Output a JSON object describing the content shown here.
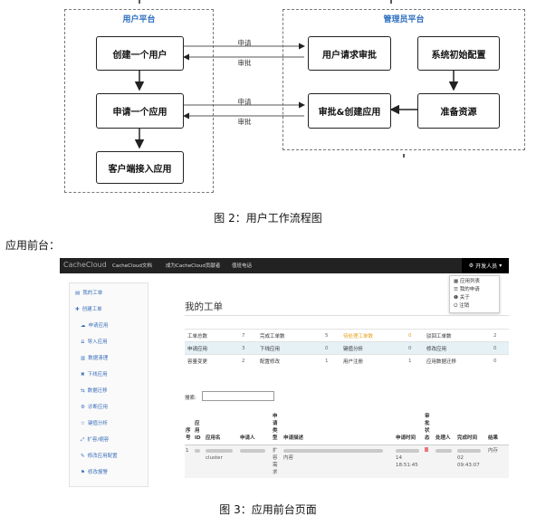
{
  "diagram": {
    "user_zone_title": "用户平台",
    "admin_zone_title": "管理员平台",
    "nodes": {
      "create_user": "创建一个用户",
      "apply_app": "申请一个应用",
      "client_access": "客户端接入应用",
      "user_request_approve": "用户请求审批",
      "system_init": "系统初始配置",
      "approve_create_app": "审批&创建应用",
      "prepare_resources": "准备资源"
    },
    "edge_labels": {
      "request_top": "申请",
      "approve_top": "审批",
      "request_bottom": "申请",
      "approve_bottom": "审批"
    }
  },
  "captions": {
    "figure2": "图 2：用户工作流程图",
    "section": "应用前台：",
    "figure3": "图 3：应用前台页面"
  },
  "app": {
    "brand": "CacheCloud",
    "nav": [
      "CacheCloud文档",
      "成为CacheCloud贡献者",
      "值班电话"
    ],
    "dev_menu": "开发人员",
    "dropdown": [
      "应用列表",
      "我的申请",
      "关于",
      "注销"
    ],
    "sidebar": [
      {
        "icon": "list-icon",
        "label": "我的工单"
      },
      {
        "icon": "plus-icon",
        "label": "创建工单"
      },
      {
        "icon": "cloud-icon",
        "label": "申请应用"
      },
      {
        "icon": "import-icon",
        "label": "导入应用"
      },
      {
        "icon": "clean-icon",
        "label": "数据清理"
      },
      {
        "icon": "offline-icon",
        "label": "下线应用"
      },
      {
        "icon": "migrate-icon",
        "label": "数据迁移"
      },
      {
        "icon": "diagnose-icon",
        "label": "诊断应用"
      },
      {
        "icon": "key-icon",
        "label": "键值分析"
      },
      {
        "icon": "scale-icon",
        "label": "扩容/缩容"
      },
      {
        "icon": "config-icon",
        "label": "修改应用配置"
      },
      {
        "icon": "alert-icon",
        "label": "修改报警"
      }
    ],
    "page_title": "我的工单",
    "stats": [
      [
        [
          "工单总数",
          "7"
        ],
        [
          "完成工单数",
          "5"
        ],
        [
          "待处理工单数",
          "0"
        ],
        [
          "驳回工单数",
          "2"
        ]
      ],
      [
        [
          "申请应用",
          "3"
        ],
        [
          "下线应用",
          "0"
        ],
        [
          "键值分析",
          "0"
        ],
        [
          "修改应用",
          "0"
        ]
      ],
      [
        [
          "容量变更",
          "2"
        ],
        [
          "配置修改",
          "1"
        ],
        [
          "用户注册",
          "1"
        ],
        [
          "应用数据迁移",
          "0"
        ]
      ]
    ],
    "search_label": "搜索:",
    "columns": [
      "序号",
      "应用ID",
      "应用名",
      "申请人",
      "申请类型",
      "申请描述",
      "申请时间",
      "审批状态",
      "处理人",
      "完成时间",
      "结果"
    ],
    "row": {
      "no": "1",
      "app_name": "cluster",
      "type": "扩容需求",
      "desc": "内容",
      "apply_time": [
        "14",
        "18:51:45"
      ],
      "finish_time": [
        "02",
        "09:43:07"
      ],
      "result": "内存"
    }
  },
  "colors": {
    "zone_title": "#2f6fc0",
    "nav_bg": "#222222",
    "link": "#3a6fb8",
    "pending": "#e6a020",
    "row_alt": "#e6f1f6"
  }
}
